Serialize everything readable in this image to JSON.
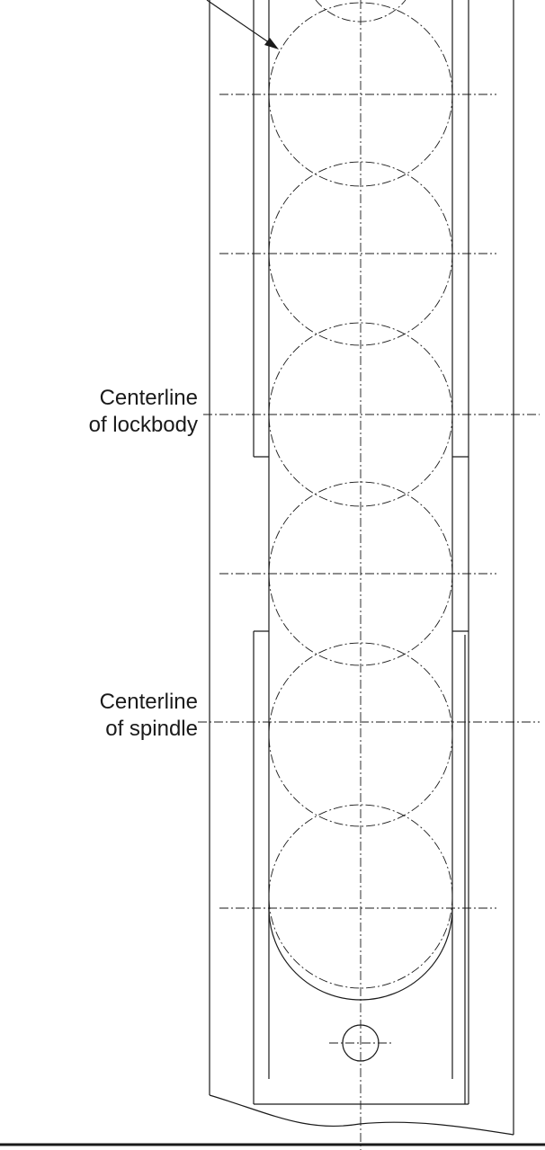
{
  "labels": {
    "lockbody": {
      "line1": "Centerline",
      "line2": "of lockbody"
    },
    "spindle": {
      "line1": "Centerline",
      "line2": "of spindle"
    }
  },
  "colors": {
    "ink": "#1a1a1a",
    "background": "#ffffff"
  }
}
